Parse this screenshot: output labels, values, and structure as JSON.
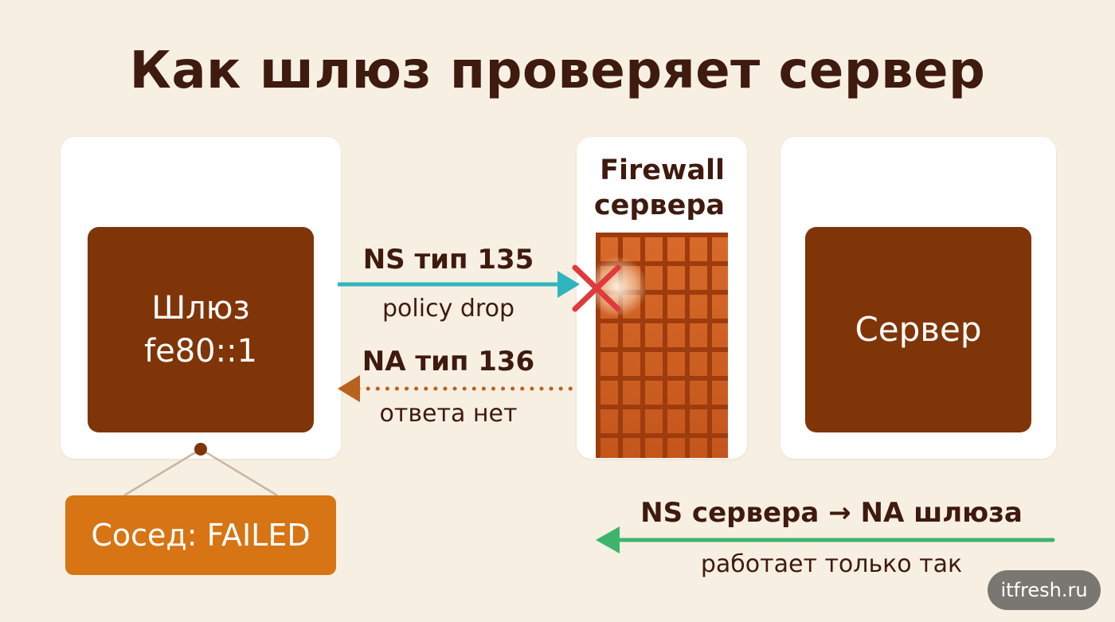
{
  "title": "Как шлюз проверяет сервер",
  "gateway": {
    "line1": "Шлюз",
    "line2": "fe80::1"
  },
  "firewall": {
    "line1": "Firewall",
    "line2": "сервера"
  },
  "server": {
    "label": "Сервер"
  },
  "ns_request": {
    "label": "NS тип 135",
    "note": "policy drop"
  },
  "na_reply": {
    "label": "NA тип 136",
    "note": "ответа нет"
  },
  "neighbor_status": "Сосед: FAILED",
  "working_path": {
    "label": "NS сервера → NA шлюза",
    "note": "работает только так"
  },
  "watermark": "itfresh.ru",
  "colors": {
    "background": "#f8efe3",
    "node": "#7f3508",
    "brick": "#c4561c",
    "ns_arrow": "#30b5bf",
    "na_arrow": "#b8621e",
    "working_arrow": "#3cb46c",
    "blocked_mark": "#e03a3e",
    "status_badge": "#d77413"
  },
  "icons": {
    "blocked": "cross-icon",
    "wall": "brick-wall-icon"
  }
}
